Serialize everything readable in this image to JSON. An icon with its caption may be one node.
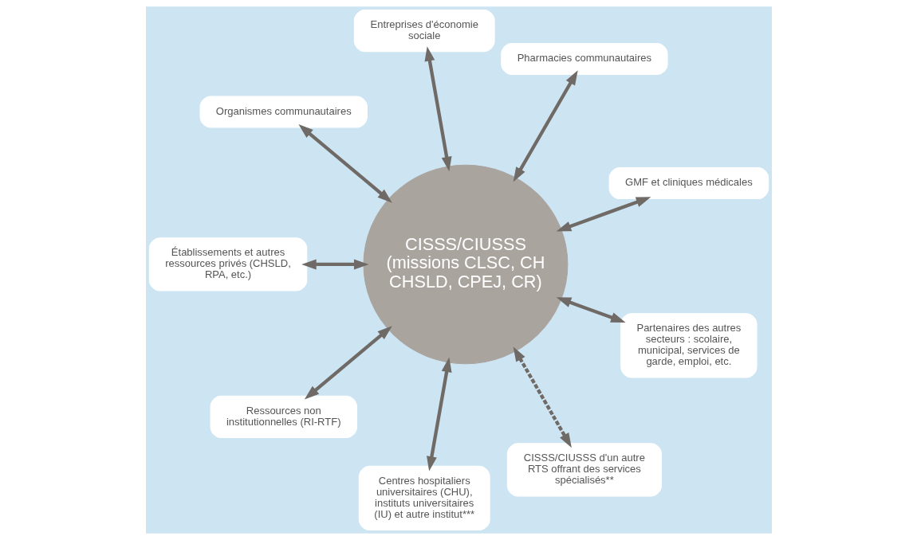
{
  "diagram": {
    "nodes": [
      {
        "text": [
          "CISSS/CIUSSS",
          "(missions CLSC, CH CHSLD, CPEJ, CR)"
        ]
      },
      {
        "text": [
          "GMF et cliniques médicales"
        ]
      },
      {
        "text": [
          "Pharmacies communautaires"
        ]
      },
      {
        "text": [
          "Entreprises d'économie sociale"
        ]
      },
      {
        "text": [
          "Organismes communautaires"
        ]
      },
      {
        "text": [
          "Établissements et autres ressources privés (CHSLD, RPA, etc.)"
        ]
      },
      {
        "text": [
          "Ressources non institutionnelles (RI-RTF)"
        ]
      },
      {
        "text": [
          "Centres hospitaliers universitaires (CHU), instituts universitaires (IU) et autre institut***"
        ]
      },
      {
        "text": [
          "CISSS/CIUSSS d'un autre RTS offrant des services spécialisés**"
        ]
      },
      {
        "text": [
          "Partenaires des autres secteurs : scolaire, municipal, services de garde, emploi, etc."
        ]
      }
    ],
    "edges": [
      {
        "from": 0,
        "to": 1,
        "arrow": "both"
      },
      {
        "from": 0,
        "to": 2,
        "arrow": "both"
      },
      {
        "from": 0,
        "to": 3,
        "arrow": "both"
      },
      {
        "from": 0,
        "to": 4,
        "arrow": "both"
      },
      {
        "from": 0,
        "to": 5,
        "arrow": "both"
      },
      {
        "from": 0,
        "to": 6,
        "arrow": "both"
      },
      {
        "from": 0,
        "to": 7,
        "arrow": "both"
      },
      {
        "from": 0,
        "to": 8,
        "arrow": "both",
        "style": "dashed"
      },
      {
        "from": 0,
        "to": 9,
        "arrow": "both"
      }
    ]
  }
}
